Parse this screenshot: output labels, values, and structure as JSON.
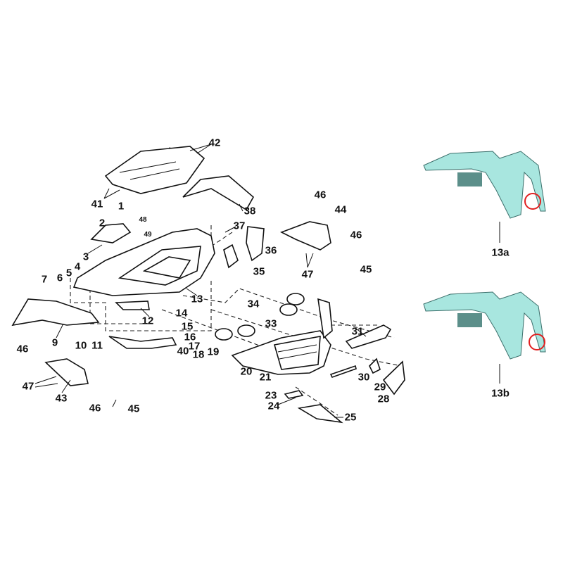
{
  "diagram": {
    "title": "Body panels exploded view",
    "callouts": [
      "42",
      "41",
      "1",
      "38",
      "2",
      "48",
      "49",
      "37",
      "46",
      "44",
      "46",
      "36",
      "3",
      "35",
      "45",
      "7",
      "6",
      "5",
      "4",
      "47",
      "13",
      "34",
      "12",
      "14",
      "33",
      "31",
      "15",
      "16",
      "17",
      "18",
      "19",
      "9",
      "10",
      "11",
      "40",
      "46",
      "20",
      "21",
      "30",
      "29",
      "28",
      "47",
      "43",
      "23",
      "24",
      "25",
      "46",
      "45"
    ],
    "inset_labels": [
      "13a",
      "13b"
    ],
    "colors": {
      "fender": "#a8e6df",
      "highlight_circle": "#e02020",
      "line": "#111111"
    }
  }
}
